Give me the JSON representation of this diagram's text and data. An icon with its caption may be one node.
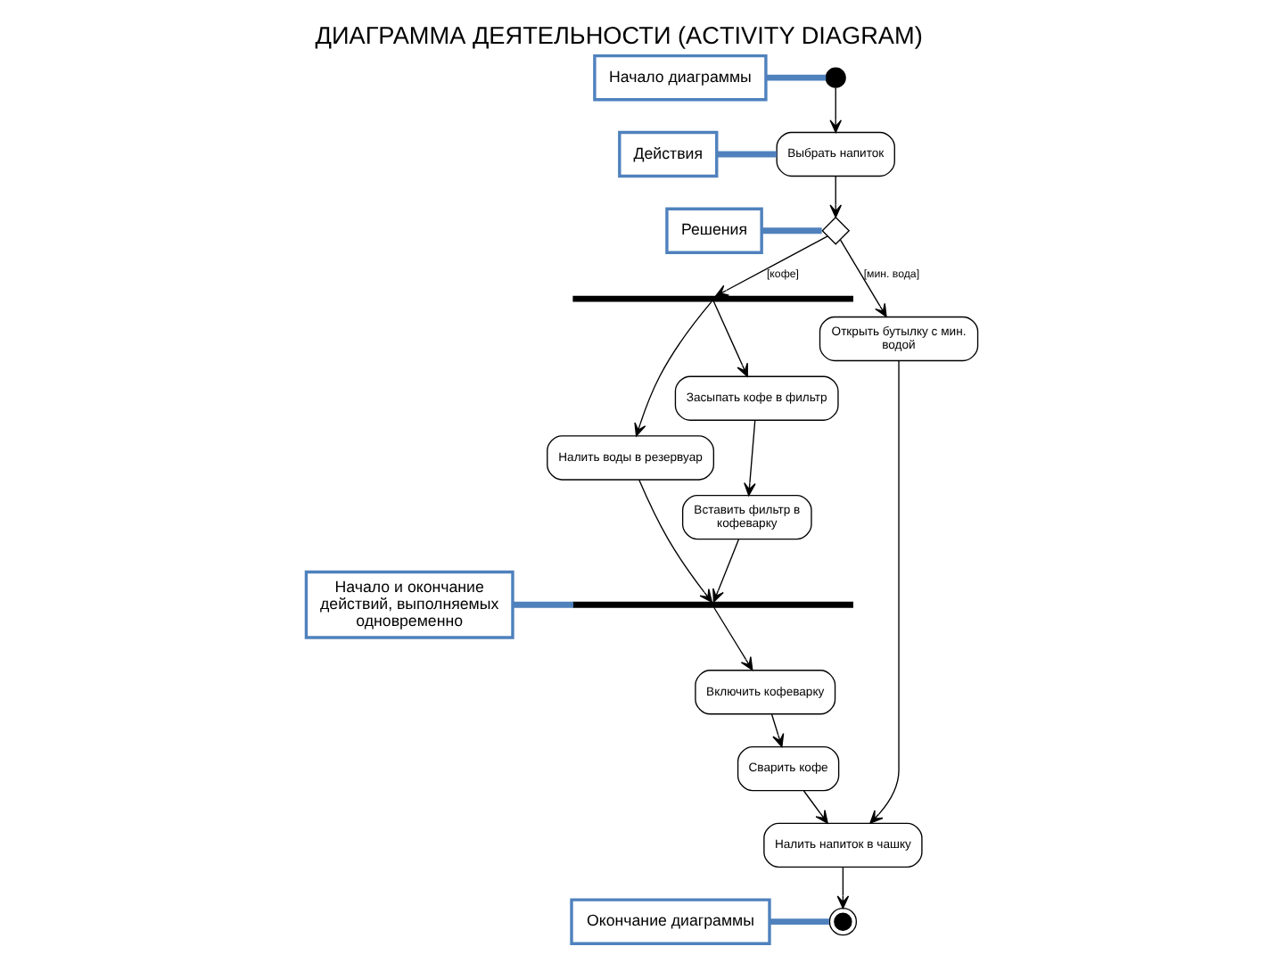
{
  "diagram": {
    "title": "ДИАГРАММА ДЕЯТЕЛЬНОСТИ (ACTIVITY DIAGRAM)",
    "nodes": [
      {
        "text": [],
        "shape": "circle"
      },
      {
        "text": [
          "Выбрать напиток"
        ]
      },
      {
        "text": [],
        "shape": "diamond"
      },
      {
        "text": [],
        "shape": "bar"
      },
      {
        "text": [
          "Засыпать кофе в фильтр"
        ]
      },
      {
        "text": [
          "Вставить фильтр в кофеварку"
        ]
      },
      {
        "text": [
          "Налить воды в резервуар"
        ]
      },
      {
        "text": [],
        "shape": "bar"
      },
      {
        "text": [
          "Включить кофеварку"
        ]
      },
      {
        "text": [
          "Сварить кофе"
        ]
      },
      {
        "text": [
          "Открыть бутылку с мин. водой"
        ]
      },
      {
        "text": [
          "Налить напиток в чашку"
        ]
      },
      {
        "text": [],
        "shape": "bullseye"
      },
      {
        "text": [
          "Начало диаграммы"
        ]
      },
      {
        "text": [
          "Действия"
        ]
      },
      {
        "text": [
          "Решения"
        ]
      },
      {
        "text": [
          "Начало и окончание действий, выполняемых одновременно"
        ]
      },
      {
        "text": [
          "Окончание диаграммы"
        ]
      }
    ],
    "edges": [
      {
        "from": 0,
        "to": 1,
        "arrow": "to"
      },
      {
        "from": 1,
        "to": 2,
        "arrow": "to"
      },
      {
        "from": 2,
        "to": 3,
        "arrow": "to",
        "label": "[кофе]"
      },
      {
        "from": 2,
        "to": 10,
        "arrow": "to",
        "label": "[мин. вода]"
      },
      {
        "from": 3,
        "to": 4,
        "arrow": "to"
      },
      {
        "from": 3,
        "to": 6,
        "arrow": "to"
      },
      {
        "from": 4,
        "to": 5,
        "arrow": "to"
      },
      {
        "from": 5,
        "to": 7,
        "arrow": "to"
      },
      {
        "from": 6,
        "to": 7,
        "arrow": "to"
      },
      {
        "from": 7,
        "to": 8,
        "arrow": "to"
      },
      {
        "from": 8,
        "to": 9,
        "arrow": "to"
      },
      {
        "from": 9,
        "to": 11,
        "arrow": "to"
      },
      {
        "from": 10,
        "to": 11,
        "arrow": "to"
      },
      {
        "from": 11,
        "to": 12,
        "arrow": "to"
      },
      {
        "from": 13,
        "to": 0,
        "arrow": "none",
        "style": "thick",
        "color": "#4f81bd"
      },
      {
        "from": 14,
        "to": 1,
        "arrow": "none",
        "style": "thick",
        "color": "#4f81bd"
      },
      {
        "from": 15,
        "to": 2,
        "arrow": "none",
        "style": "thick",
        "color": "#4f81bd"
      },
      {
        "from": 16,
        "to": 7,
        "arrow": "none",
        "style": "thick",
        "color": "#4f81bd"
      },
      {
        "from": 17,
        "to": 12,
        "arrow": "none",
        "style": "thick",
        "color": "#4f81bd"
      }
    ]
  }
}
